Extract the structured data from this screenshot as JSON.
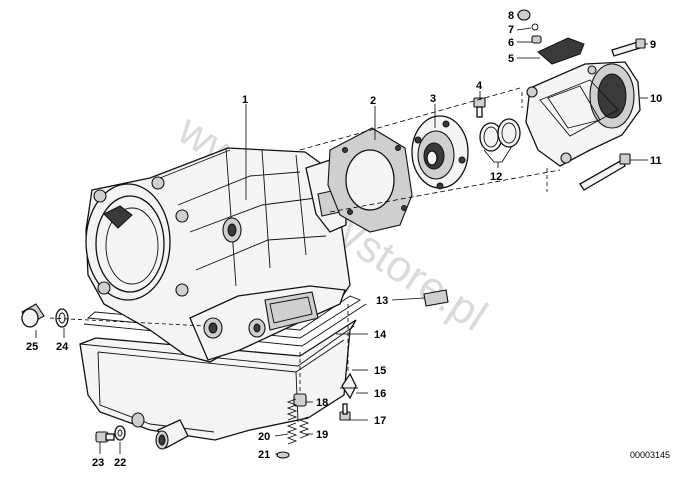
{
  "watermark": "www.BMWstore.pl",
  "reference_code": "00003145",
  "callouts": [
    {
      "id": "1",
      "label": "1"
    },
    {
      "id": "2",
      "label": "2"
    },
    {
      "id": "3",
      "label": "3"
    },
    {
      "id": "4",
      "label": "4"
    },
    {
      "id": "5",
      "label": "5"
    },
    {
      "id": "6",
      "label": "6"
    },
    {
      "id": "7",
      "label": "7"
    },
    {
      "id": "8",
      "label": "8"
    },
    {
      "id": "9",
      "label": "9"
    },
    {
      "id": "10",
      "label": "10"
    },
    {
      "id": "11",
      "label": "11"
    },
    {
      "id": "12",
      "label": "12"
    },
    {
      "id": "13",
      "label": "13"
    },
    {
      "id": "14",
      "label": "14"
    },
    {
      "id": "15",
      "label": "15"
    },
    {
      "id": "16",
      "label": "16"
    },
    {
      "id": "17",
      "label": "17"
    },
    {
      "id": "18",
      "label": "18"
    },
    {
      "id": "19",
      "label": "19"
    },
    {
      "id": "20",
      "label": "20"
    },
    {
      "id": "21",
      "label": "21"
    },
    {
      "id": "22",
      "label": "22"
    },
    {
      "id": "23",
      "label": "23"
    },
    {
      "id": "24",
      "label": "24"
    },
    {
      "id": "25",
      "label": "25"
    }
  ]
}
